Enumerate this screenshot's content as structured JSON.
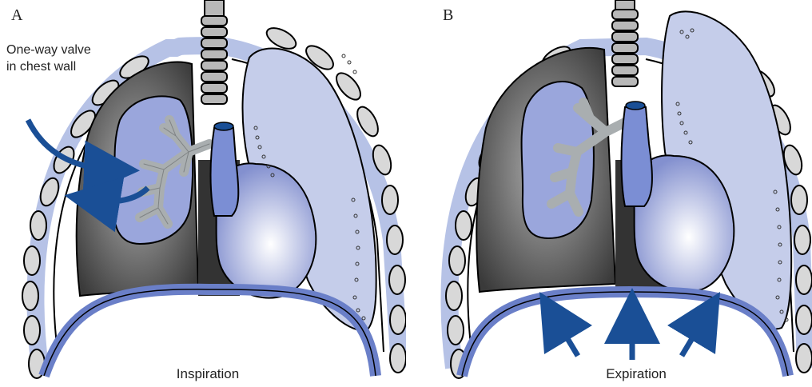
{
  "panels": [
    {
      "letter": "A",
      "caption": "Inspiration"
    },
    {
      "letter": "B",
      "caption": "Expiration"
    }
  ],
  "annotation": {
    "line1": "One-way valve",
    "line2": "in chest wall"
  },
  "colors": {
    "lung": "#c5cdea",
    "lung_inner": "#8a96d0",
    "airway": "#9aa2a8",
    "dark_space": "#4a4a4a",
    "arrow": "#1a4f96",
    "rib": "#d8d8d8",
    "rib_band": "#b6c2e6",
    "diaphragm": "#6a7fc8"
  }
}
